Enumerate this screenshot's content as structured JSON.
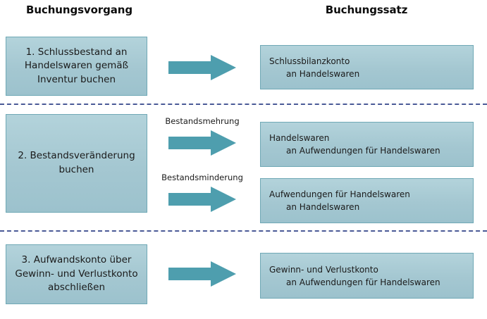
{
  "diagram": {
    "title_columns": {
      "left": "Buchungsvorgang",
      "right": "Buchungssatz"
    },
    "colors": {
      "box_fill": "#a9cdd6",
      "box_border": "#6fa8b5",
      "arrow_fill": "#4e9eae",
      "divider": "#4a5a97",
      "text": "#1a1a1a"
    },
    "steps": [
      {
        "id": "step1",
        "process": "1. Schlussbestand an Handelswaren gemäß Inventur buchen",
        "entries": [
          {
            "id": "entry1",
            "arrow_label": "",
            "line1": "Schlussbilanzkonto",
            "line2": "an Handelswaren"
          }
        ]
      },
      {
        "id": "step2",
        "process": "2. Bestandsveränderung buchen",
        "entries": [
          {
            "id": "entry2a",
            "arrow_label": "Bestandsmehrung",
            "line1": "Handelswaren",
            "line2": "an Aufwendungen für Handelswaren"
          },
          {
            "id": "entry2b",
            "arrow_label": "Bestandsminderung",
            "line1": "Aufwendungen für Handelswaren",
            "line2": "an Handelswaren"
          }
        ]
      },
      {
        "id": "step3",
        "process": "3. Aufwandskonto über Gewinn- und Verlustkonto abschließen",
        "entries": [
          {
            "id": "entry3",
            "arrow_label": "",
            "line1": "Gewinn- und Verlustkonto",
            "line2": "an Aufwendungen für Handelswaren"
          }
        ]
      }
    ],
    "icons": {
      "arrow": "right-arrow-icon"
    }
  }
}
